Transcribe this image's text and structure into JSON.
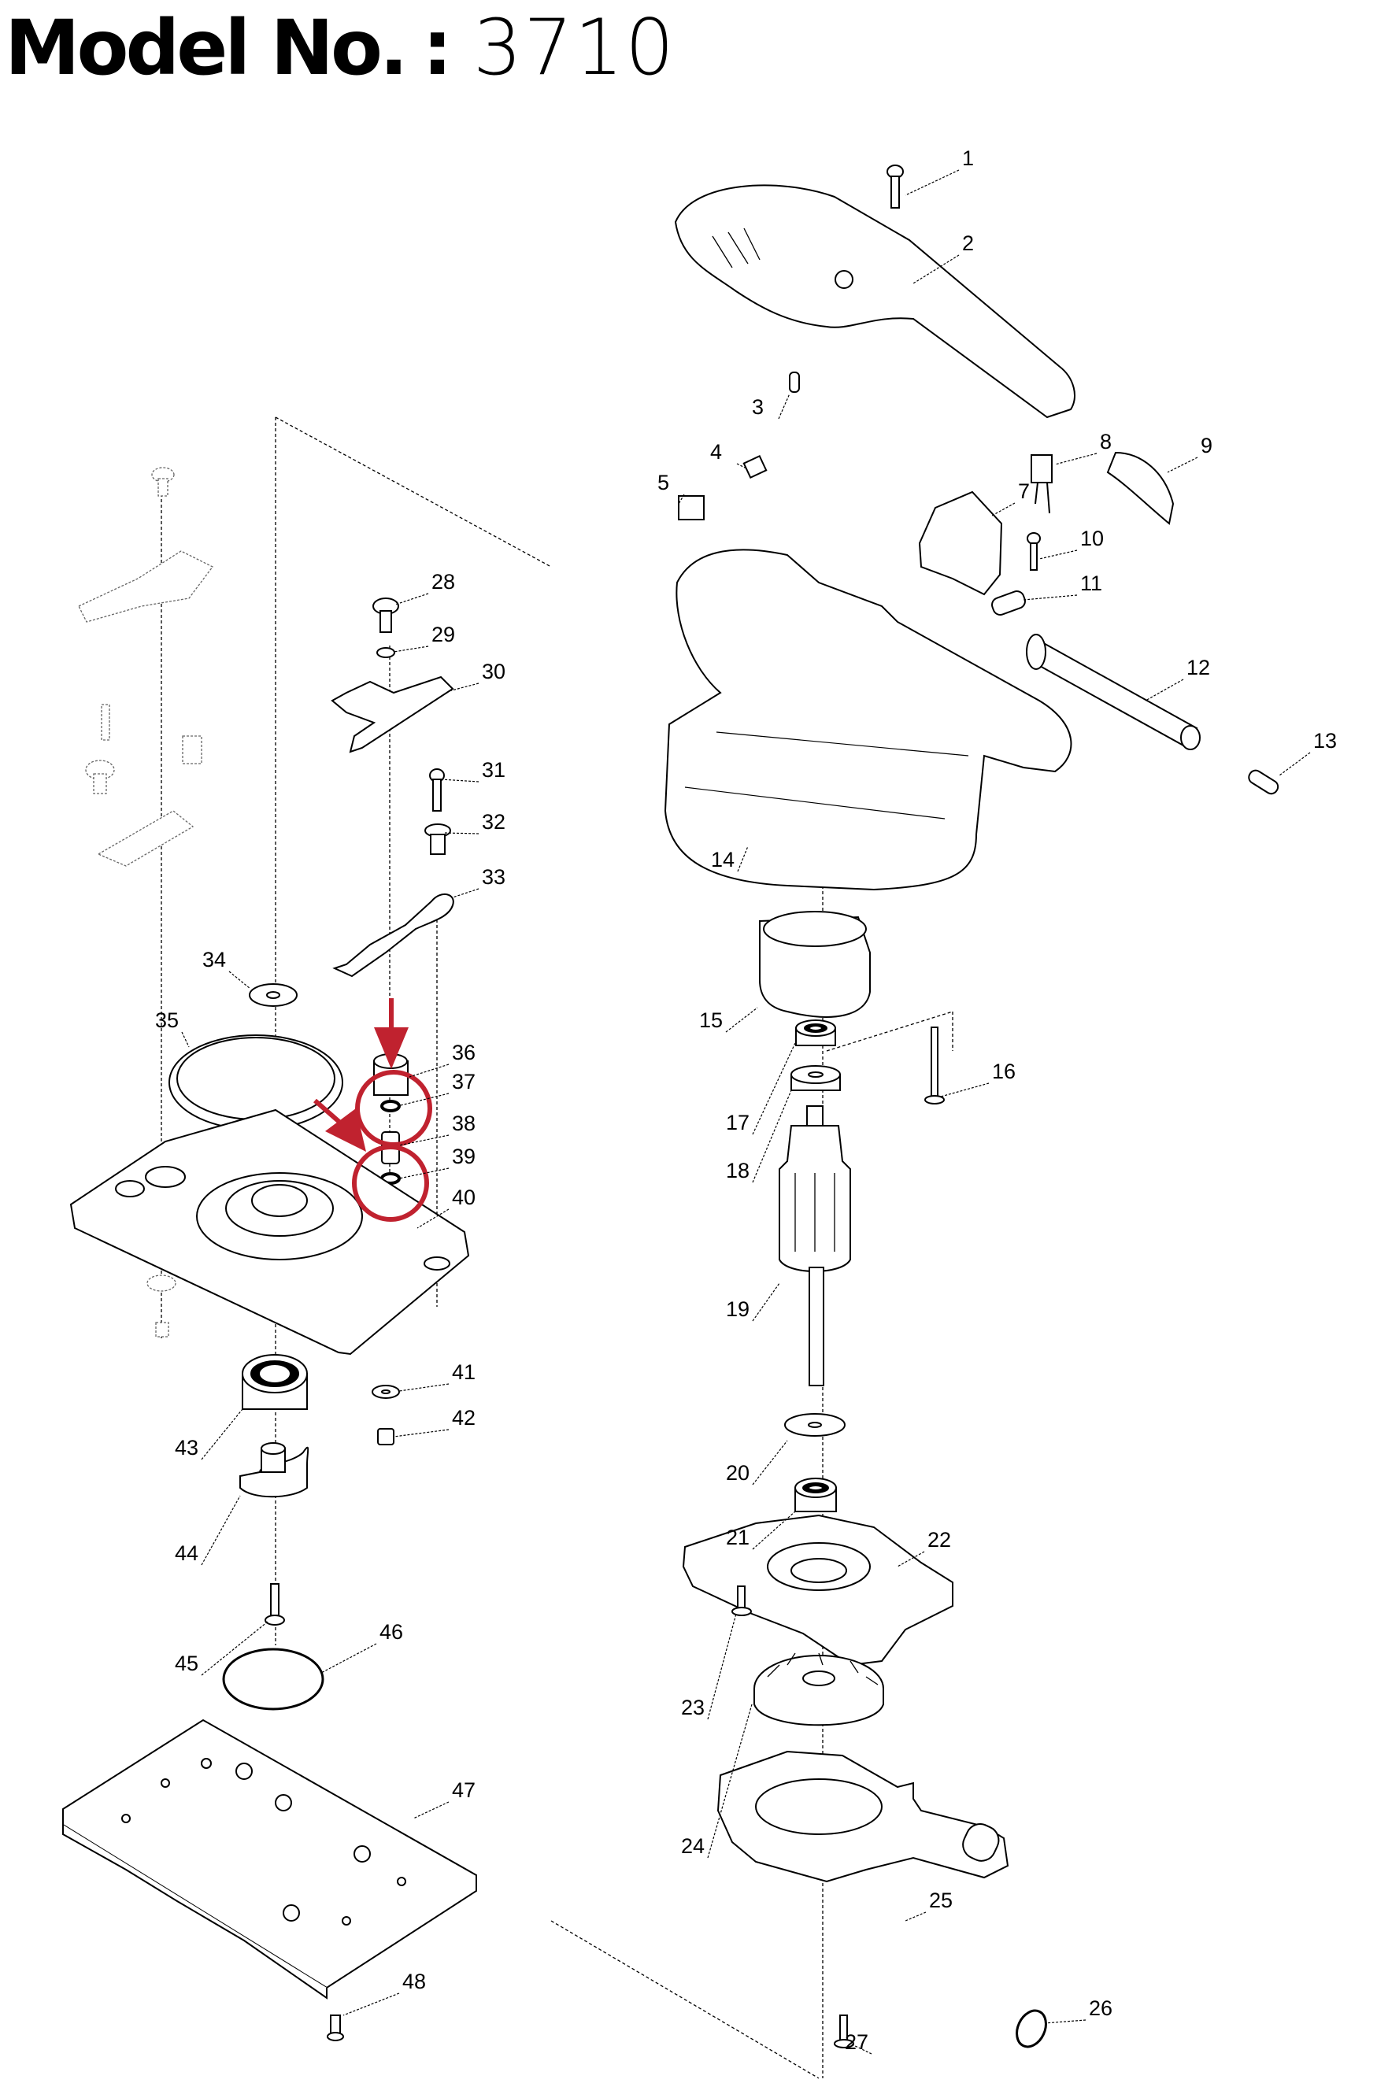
{
  "title": {
    "prefix": "Model No.",
    "separator": ":",
    "model_number": "3710"
  },
  "diagram": {
    "type": "exploded parts diagram",
    "highlight_color": "#c0222f",
    "highlighted_parts": [
      "37",
      "39"
    ],
    "parts": [
      {
        "no": "1",
        "name": "screw-icon"
      },
      {
        "no": "2",
        "name": "handle-cover-icon"
      },
      {
        "no": "3",
        "name": "pin-icon"
      },
      {
        "no": "4",
        "name": "carbon-brush-icon"
      },
      {
        "no": "5",
        "name": "brush-holder-cap-icon"
      },
      {
        "no": "7",
        "name": "switch-icon"
      },
      {
        "no": "8",
        "name": "capacitor-icon"
      },
      {
        "no": "9",
        "name": "name-plate-icon"
      },
      {
        "no": "10",
        "name": "screw-icon"
      },
      {
        "no": "11",
        "name": "strain-relief-icon"
      },
      {
        "no": "12",
        "name": "cord-guard-icon"
      },
      {
        "no": "13",
        "name": "noise-suppressor-icon"
      },
      {
        "no": "14",
        "name": "motor-housing-icon"
      },
      {
        "no": "15",
        "name": "field-icon"
      },
      {
        "no": "16",
        "name": "screw-icon"
      },
      {
        "no": "17",
        "name": "ball-bearing-icon"
      },
      {
        "no": "18",
        "name": "rubber-ring-icon"
      },
      {
        "no": "19",
        "name": "armature-icon"
      },
      {
        "no": "20",
        "name": "flat-washer-icon"
      },
      {
        "no": "21",
        "name": "ball-bearing-icon"
      },
      {
        "no": "22",
        "name": "bearing-box-icon"
      },
      {
        "no": "23",
        "name": "screw-icon"
      },
      {
        "no": "24",
        "name": "fan-icon"
      },
      {
        "no": "25",
        "name": "dust-nozzle-housing-icon"
      },
      {
        "no": "26",
        "name": "o-ring-icon"
      },
      {
        "no": "27",
        "name": "screw-icon"
      },
      {
        "no": "28",
        "name": "shoulder-screw-icon"
      },
      {
        "no": "29",
        "name": "retaining-ring-icon"
      },
      {
        "no": "30",
        "name": "clamp-plate-icon"
      },
      {
        "no": "31",
        "name": "screw-icon"
      },
      {
        "no": "32",
        "name": "collar-icon"
      },
      {
        "no": "33",
        "name": "clamp-lever-icon"
      },
      {
        "no": "34",
        "name": "flat-washer-icon"
      },
      {
        "no": "35",
        "name": "rubber-ring-icon"
      },
      {
        "no": "36",
        "name": "sleeve-icon"
      },
      {
        "no": "37",
        "name": "o-ring-icon"
      },
      {
        "no": "38",
        "name": "pin-icon"
      },
      {
        "no": "39",
        "name": "o-ring-icon"
      },
      {
        "no": "40",
        "name": "base-icon"
      },
      {
        "no": "41",
        "name": "flat-washer-icon"
      },
      {
        "no": "42",
        "name": "hex-nut-icon"
      },
      {
        "no": "43",
        "name": "ball-bearing-icon"
      },
      {
        "no": "44",
        "name": "counter-balance-icon"
      },
      {
        "no": "45",
        "name": "screw-icon"
      },
      {
        "no": "46",
        "name": "o-ring-icon"
      },
      {
        "no": "47",
        "name": "sanding-pad-icon"
      },
      {
        "no": "48",
        "name": "screw-icon"
      }
    ]
  }
}
